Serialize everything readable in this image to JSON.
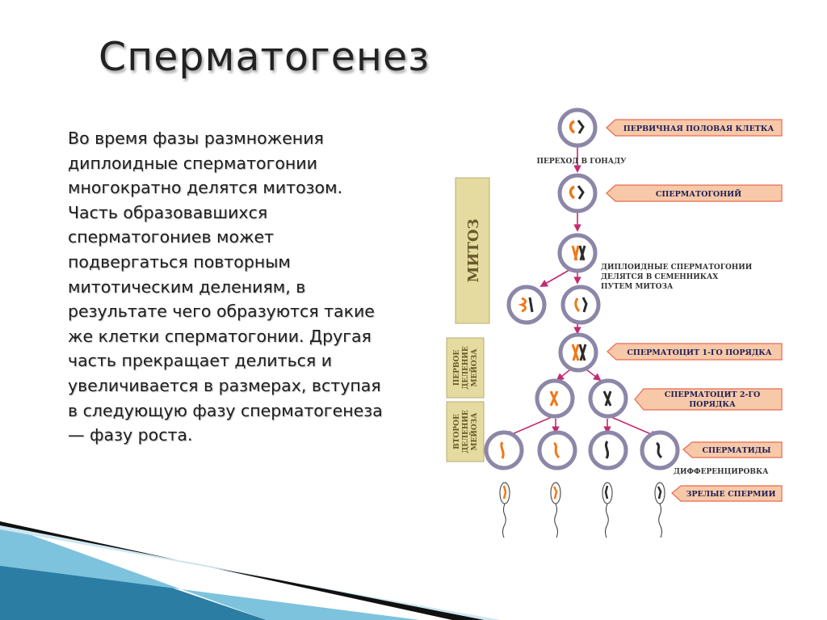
{
  "slide": {
    "title": "Сперматогенез",
    "body_lines": [
      "Во время фазы размножения",
      "диплоидные сперматогонии",
      "многократно делятся митозом.",
      "Часть образовавшихся",
      "сперматогониев может",
      "подвергаться повторным",
      "митотическим делениям, в",
      "результате чего образуются такие",
      "же клетки сперматогонии. Другая",
      "часть прекращает делиться и",
      "увеличивается в размерах, вступая",
      "в следующую фазу сперматогенеза",
      "— фазу роста."
    ]
  },
  "diagram": {
    "labels": {
      "primary_cell": "ПЕРВИЧНАЯ ПОЛОВАЯ КЛЕТКА",
      "to_gonad": "ПЕРЕХОД В ГОНАДУ",
      "spermatogonium": "СПЕРМАТОГОНИЙ",
      "mitosis_note_1": "ДИПЛОИДНЫЕ СПЕРМАТОГОНИИ",
      "mitosis_note_2": "ДЕЛЯТСЯ В СЕМЕННИКАХ",
      "mitosis_note_3": "ПУТЕМ МИТОЗА",
      "spermatocyte1": "СПЕРМАТОЦИТ 1-ГО ПОРЯДКА",
      "spermatocyte2_line1": "СПЕРМАТОЦИТ 2-ГО",
      "spermatocyte2_line2": "ПОРЯДКА",
      "spermatids": "СПЕРМАТИДЫ",
      "differentiation": "ДИФФЕРЕНЦИРОВКА",
      "mature": "ЗРЕЛЫЕ СПЕРМИИ"
    },
    "side_labels": {
      "mitosis": "МИТОЗ",
      "meiosis1_line1": "ПЕРВОЕ",
      "meiosis1_line2": "ДЕЛЕНИЕ",
      "meiosis1_line3": "МЕЙОЗА",
      "meiosis2_line1": "ВТОРОЕ",
      "meiosis2_line2": "ДЕЛЕНИЕ",
      "meiosis2_line3": "МЕЙОЗА"
    },
    "colors": {
      "label_fill": "#f7c9a9",
      "label_arrow": "#e96a4f",
      "side_fill": "#e5dba1",
      "cell_ring": "#8c86a8",
      "arrow": "#c42a72",
      "chromosome_orange": "#f07818",
      "chromosome_dark": "#2b2b2b",
      "deco_teal": "#2b7da3",
      "deco_light_blue": "#7ec3dd"
    }
  }
}
